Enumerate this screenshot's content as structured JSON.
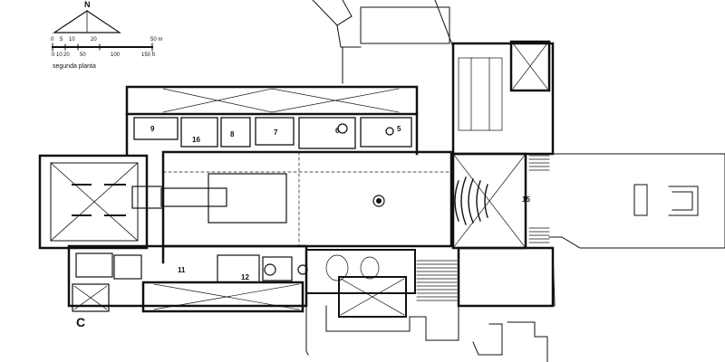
{
  "north_arrow": {
    "label": "N"
  },
  "scale_bar": {
    "metric_ticks": [
      "0",
      "5",
      "10",
      "20",
      "50 m"
    ],
    "imperial_ticks": [
      "0",
      "10",
      "20",
      "50",
      "100",
      "150 ft"
    ]
  },
  "caption": "segunda planta",
  "sheet_letter": "C",
  "room_numbers": [
    "9",
    "16",
    "8",
    "7",
    "6",
    "5",
    "15",
    "11",
    "12"
  ],
  "colors": {
    "ink": "#111111",
    "paper": "#ffffff"
  }
}
